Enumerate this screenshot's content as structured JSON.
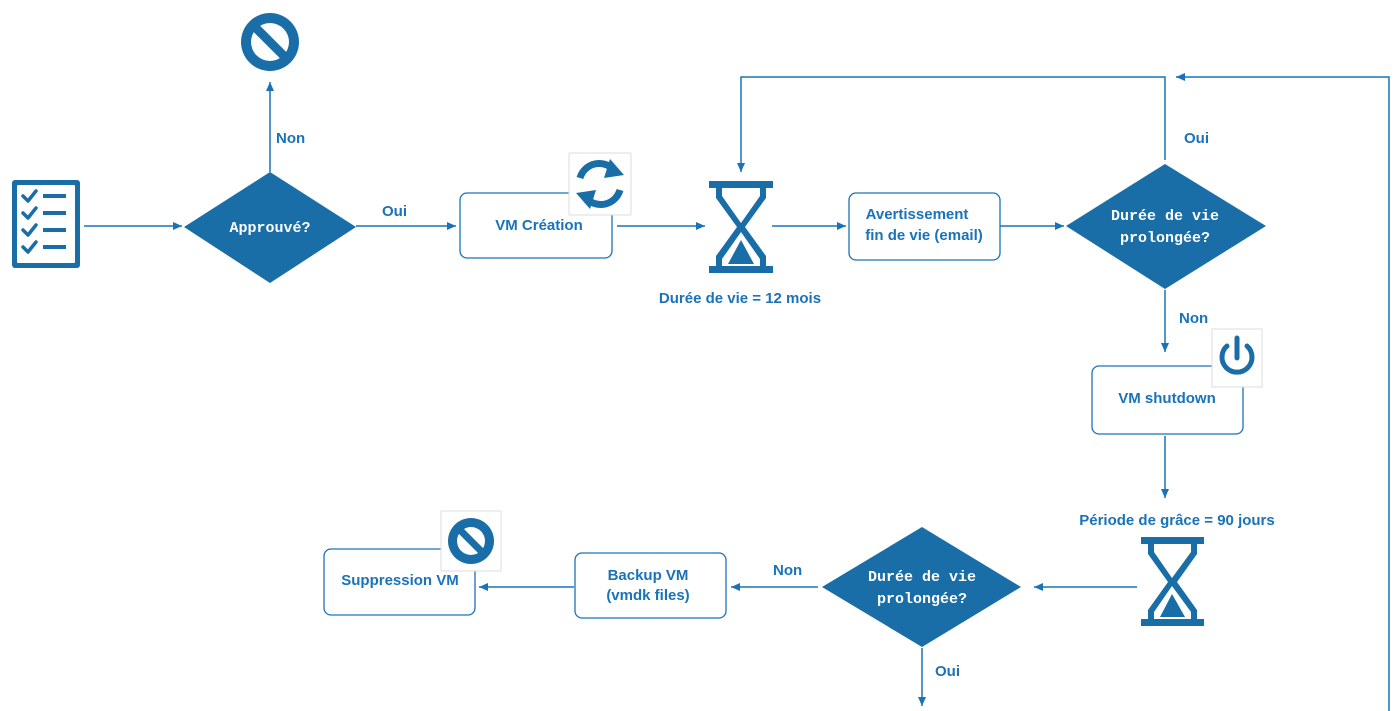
{
  "colors": {
    "primary": "#1a73b8",
    "diamond": "#1a6ea8",
    "background": "#ffffff"
  },
  "icons": {
    "checklist": "checklist-icon",
    "blocked": "no-entry-icon",
    "refresh": "refresh-icon",
    "hourglass": "hourglass-icon",
    "power": "power-icon"
  },
  "nodes": {
    "approved": "Approuvé?",
    "vm_creation": "VM Création",
    "lifetime_note": "Durée de vie = 12 mois",
    "warning_line1": "Avertissement",
    "warning_line2": "fin de vie (email)",
    "extended_1_line1": "Durée de vie",
    "extended_1_line2": "prolongée?",
    "vm_shutdown": "VM shutdown",
    "grace_period": "Période de grâce = 90 jours",
    "extended_2_line1": "Durée de vie",
    "extended_2_line2": "prolongée?",
    "backup_line1": "Backup VM",
    "backup_line2": "(vmdk files)",
    "deletion": "Suppression VM"
  },
  "edges": {
    "approved_no": "Non",
    "approved_yes": "Oui",
    "extended_1_yes": "Oui",
    "extended_1_no": "Non",
    "extended_2_no": "Non",
    "extended_2_yes": "Oui"
  }
}
